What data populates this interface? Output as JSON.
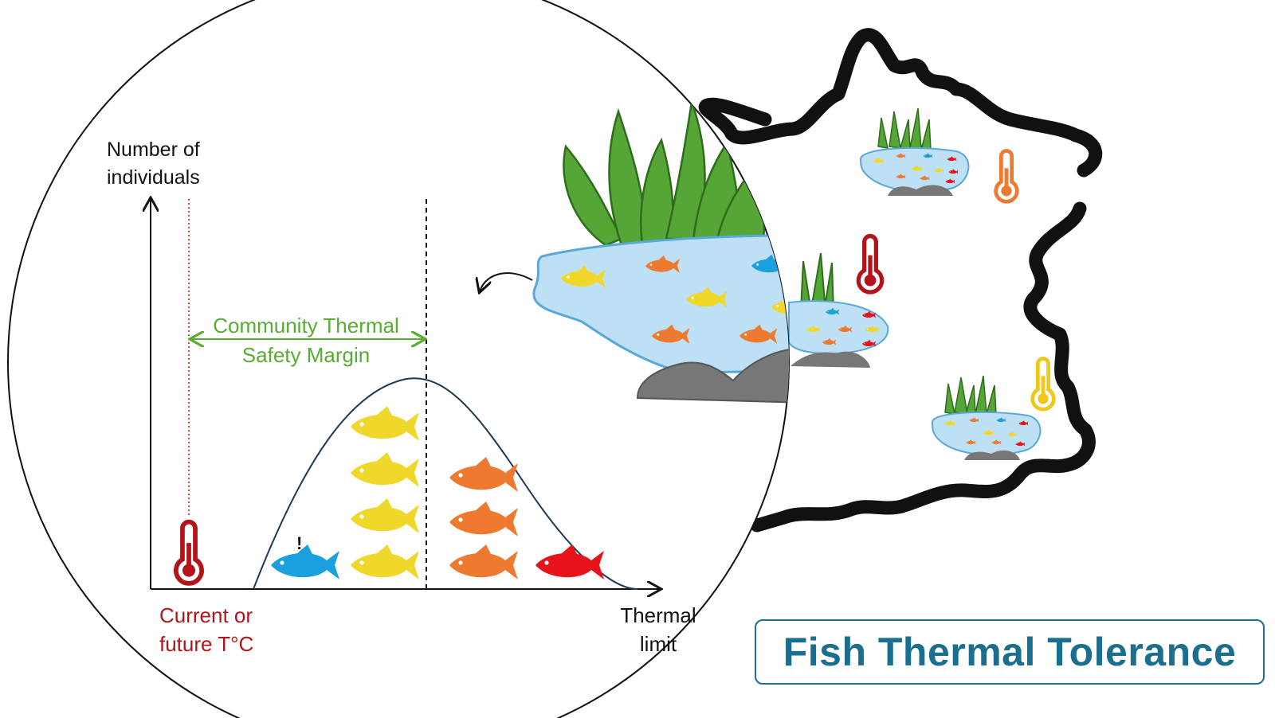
{
  "title": "Fish Thermal Tolerance",
  "graph": {
    "y_axis_label_line1": "Number of",
    "y_axis_label_line2": "individuals",
    "x_axis_label_line1": "Thermal",
    "x_axis_label_line2": "limit",
    "current_temp_line1": "Current or",
    "current_temp_line2": "future T°C",
    "margin_label_line1": "Community Thermal",
    "margin_label_line2": "Safety Margin",
    "warning_mark": "!"
  },
  "colors": {
    "title": "#1a6e8f",
    "margin_green": "#5aab33",
    "current_temp_red": "#b3141a",
    "fish_blue": "#1aa0dc",
    "fish_yellow": "#f0d82a",
    "fish_orange": "#ee7a30",
    "fish_red": "#e8121a",
    "water": "#bde0f5",
    "plant_green": "#55a636",
    "rock_gray": "#777777"
  },
  "icons": [
    "thermometer-icon",
    "fish-icon",
    "pond-icon",
    "map-outline-icon",
    "curved-arrow-icon"
  ]
}
